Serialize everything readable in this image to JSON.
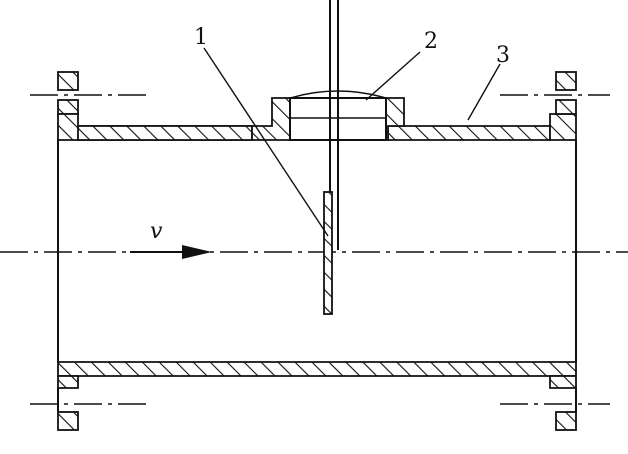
{
  "labels": {
    "plate": "1",
    "holder": "2",
    "pipe": "3",
    "flow_velocity": "v"
  },
  "colors": {
    "ink": "#111111",
    "background": "#ffffff"
  }
}
